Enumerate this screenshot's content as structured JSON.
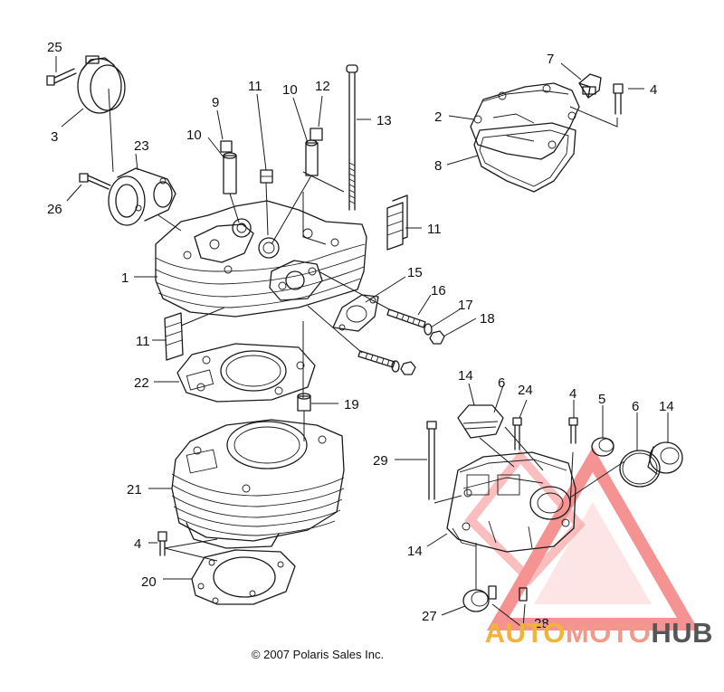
{
  "diagram": {
    "callouts": {
      "c25": "25",
      "c3": "3",
      "c23": "23",
      "c26": "26",
      "c9": "9",
      "c10a": "10",
      "c11a": "11",
      "c10b": "10",
      "c12": "12",
      "c13": "13",
      "c7": "7",
      "c4a": "4",
      "c2": "2",
      "c8": "8",
      "c11b": "11",
      "c1": "1",
      "c15": "15",
      "c16": "16",
      "c17": "17",
      "c18": "18",
      "c11c": "11",
      "c22": "22",
      "c19": "19",
      "c14a": "14",
      "c6a": "6",
      "c24": "24",
      "c4b": "4",
      "c5": "5",
      "c6b": "6",
      "c14b": "14",
      "c29": "29",
      "c21": "21",
      "c4c": "4",
      "c14c": "14",
      "c20": "20",
      "c27": "27",
      "c28": "28"
    }
  },
  "footer": {
    "copyright": "© 2007 Polaris Sales Inc."
  },
  "watermark": {
    "part1": "AUTO",
    "part2": "MOTO",
    "part3": "HUB",
    "colors": {
      "auto": "#f0b43a",
      "moto": "#f29a8a",
      "hub": "#555555",
      "triangle": "#ee3a3a"
    }
  }
}
